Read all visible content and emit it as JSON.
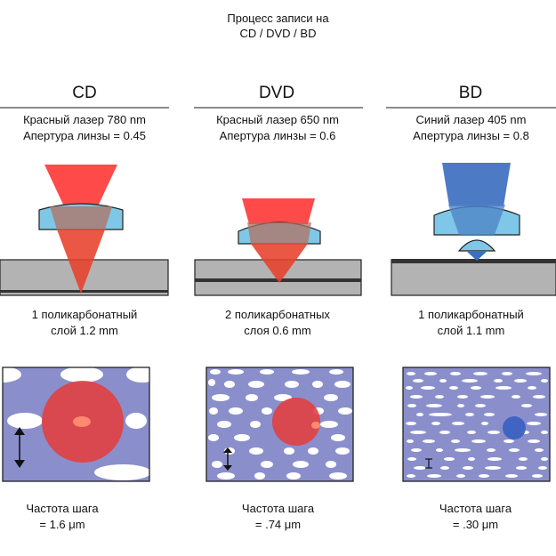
{
  "title": {
    "line1": "Процесс записи на",
    "line2": "CD / DVD / BD"
  },
  "columns": [
    {
      "name": "CD",
      "laser": "Красный лазер 780 nm",
      "aperture": "Апертура линзы = 0.45",
      "layer_line1": "1 поликарбонатный",
      "layer_line2": "слой 1.2 mm",
      "pitch_line1": "Частота шага",
      "pitch_line2": "= 1.6 μm",
      "beam_color": "#ff3b3b"
    },
    {
      "name": "DVD",
      "laser": "Красный лазер 650 nm",
      "aperture": "Апертура линзы = 0.6",
      "layer_line1": "2 поликарбонатных",
      "layer_line2": "слоя 0.6 mm",
      "pitch_line1": "Частота шага",
      "pitch_line2": "= .74 μm",
      "beam_color": "#ff3b3b"
    },
    {
      "name": "BD",
      "laser": "Синий лазер 405 nm",
      "aperture": "Апертура линзы = 0.8",
      "layer_line1": "1 поликарбонатный",
      "layer_line2": "слой 1.1 mm",
      "pitch_line1": "Частота шага",
      "pitch_line2": "= .30 μm",
      "beam_color": "#3d6fc0"
    }
  ],
  "colors": {
    "disc_surface": "#8a8fcc",
    "pit": "#ffffff",
    "substrate": "#b3b3b3",
    "lens": "#7fc7e6",
    "rule": "#8c8c8c"
  }
}
